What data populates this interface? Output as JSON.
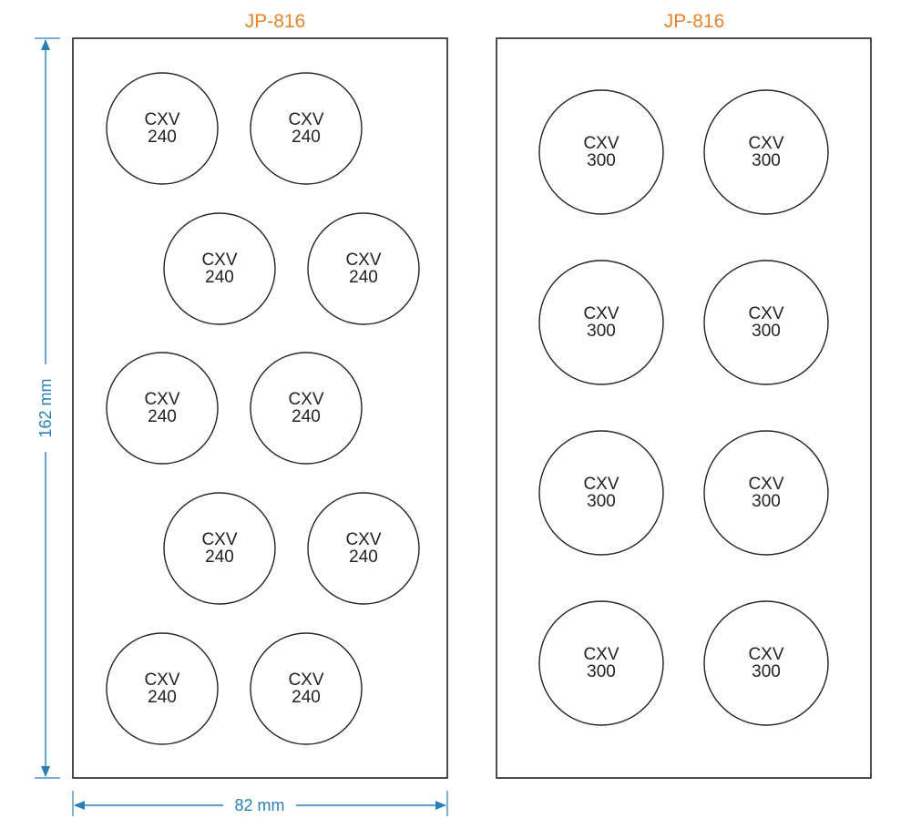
{
  "colors": {
    "title": "#e8852c",
    "dimension": "#2a7fb8",
    "outline": "#222222"
  },
  "panels": [
    {
      "title": "JP-816",
      "holes": [
        {
          "line1": "CXV",
          "line2": "240"
        },
        {
          "line1": "CXV",
          "line2": "240"
        },
        {
          "line1": "CXV",
          "line2": "240"
        },
        {
          "line1": "CXV",
          "line2": "240"
        },
        {
          "line1": "CXV",
          "line2": "240"
        },
        {
          "line1": "CXV",
          "line2": "240"
        },
        {
          "line1": "CXV",
          "line2": "240"
        },
        {
          "line1": "CXV",
          "line2": "240"
        },
        {
          "line1": "CXV",
          "line2": "240"
        },
        {
          "line1": "CXV",
          "line2": "240"
        }
      ]
    },
    {
      "title": "JP-816",
      "holes": [
        {
          "line1": "CXV",
          "line2": "300"
        },
        {
          "line1": "CXV",
          "line2": "300"
        },
        {
          "line1": "CXV",
          "line2": "300"
        },
        {
          "line1": "CXV",
          "line2": "300"
        },
        {
          "line1": "CXV",
          "line2": "300"
        },
        {
          "line1": "CXV",
          "line2": "300"
        },
        {
          "line1": "CXV",
          "line2": "300"
        },
        {
          "line1": "CXV",
          "line2": "300"
        }
      ]
    }
  ],
  "dimensions": {
    "height_label": "162 mm",
    "width_label": "82 mm"
  }
}
